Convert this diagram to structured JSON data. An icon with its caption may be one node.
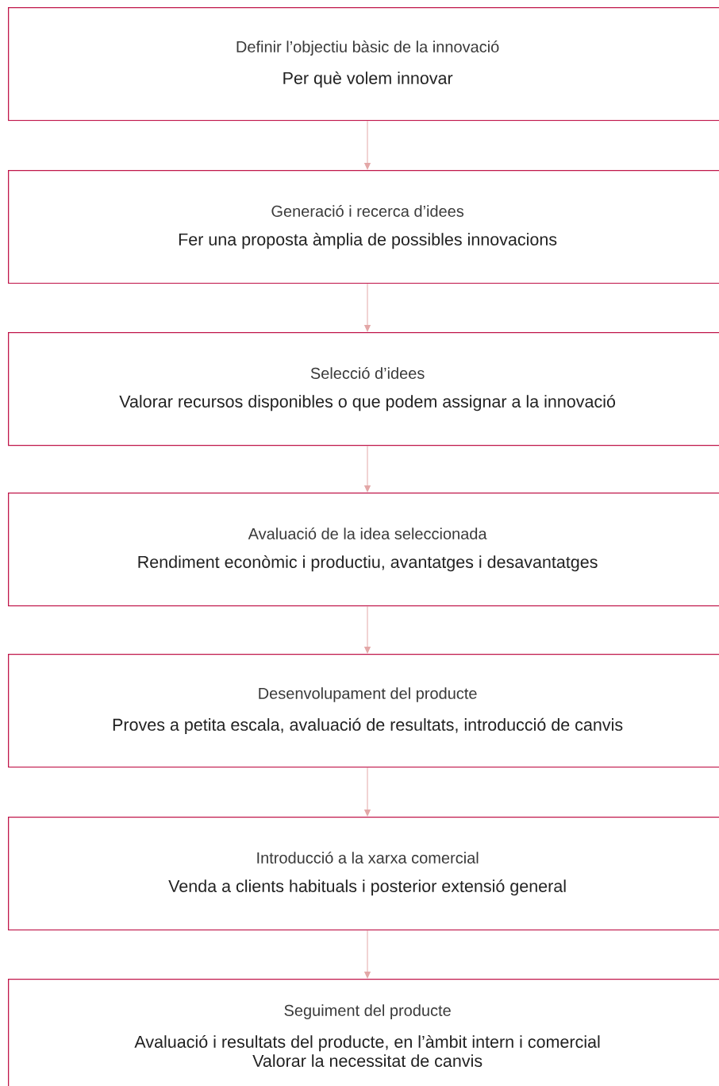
{
  "diagram": {
    "nodes": [
      {
        "text": [
          "Definir l’objectiu bàsic de la innovació",
          "Per què volem innovar"
        ]
      },
      {
        "text": [
          "Generació i recerca d’idees",
          "Fer una proposta àmplia de possibles innovacions"
        ]
      },
      {
        "text": [
          "Selecció d’idees",
          "Valorar recursos disponibles o que podem assignar a la innovació"
        ]
      },
      {
        "text": [
          "Avaluació de la idea seleccionada",
          "Rendiment econòmic i productiu, avantatges i desavantatges"
        ]
      },
      {
        "text": [
          "Desenvolupament del producte",
          "Proves a petita escala, avaluació de resultats, introducció de canvis"
        ]
      },
      {
        "text": [
          "Introducció a la xarxa comercial",
          "Venda a clients habituals i posterior extensió general"
        ]
      },
      {
        "text": [
          "Seguiment del producte",
          "Avaluació i resultats del producte, en l’àmbit intern i comercial",
          "Valorar la necessitat de canvis"
        ]
      }
    ],
    "edges": [
      {
        "from": 0,
        "to": 1,
        "arrow": "to"
      },
      {
        "from": 1,
        "to": 2,
        "arrow": "to"
      },
      {
        "from": 2,
        "to": 3,
        "arrow": "to"
      },
      {
        "from": 3,
        "to": 4,
        "arrow": "to"
      },
      {
        "from": 4,
        "to": 5,
        "arrow": "to"
      },
      {
        "from": 5,
        "to": 6,
        "arrow": "to"
      }
    ]
  }
}
